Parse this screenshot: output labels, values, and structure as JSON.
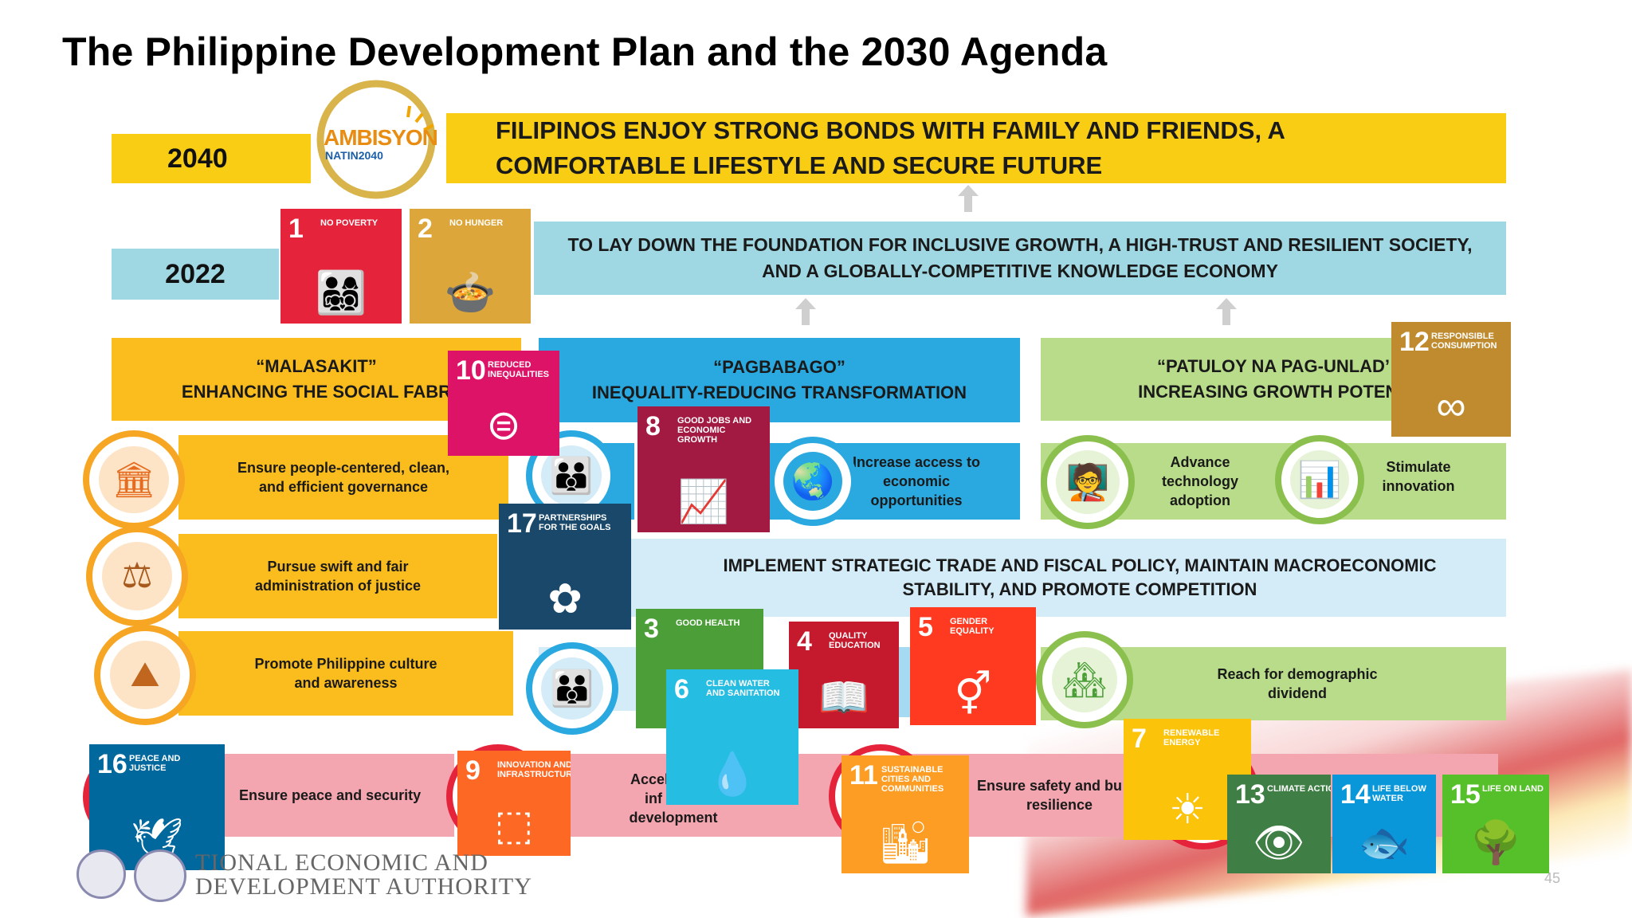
{
  "title": "The Philippine Development Plan and the 2030 Agenda",
  "colors": {
    "yellow": "#f8cd14",
    "orange_yellow": "#fbbd1e",
    "light_teal": "#9fd8e3",
    "blue": "#2aa8e0",
    "light_blue": "#a6d9f2",
    "pale_blue": "#d3ecf8",
    "green": "#b8dc8a",
    "pink": "#f4a6b0"
  },
  "logo": {
    "line1": "AMBISYON",
    "line2": "NATIN2040"
  },
  "vision_2040": {
    "year": "2040",
    "text": "FILIPINOS ENJOY STRONG BONDS WITH FAMILY AND FRIENDS, A COMFORTABLE LIFESTYLE AND SECURE FUTURE"
  },
  "goal_2022": {
    "year": "2022",
    "text": "TO LAY DOWN THE FOUNDATION FOR INCLUSIVE GROWTH, A HIGH-TRUST AND RESILIENT SOCIETY, AND A GLOBALLY-COMPETITIVE KNOWLEDGE ECONOMY"
  },
  "pillars": {
    "malasakit": {
      "line1": "“MALASAKIT”",
      "line2": "ENHANCING THE SOCIAL FABR"
    },
    "pagbabago": {
      "line1": "“PAGBABAGO”",
      "line2": "INEQUALITY-REDUCING TRANSFORMATION"
    },
    "patuloy": {
      "line1": "“PATULOY NA PAG-UNLAD’",
      "line2": "INCREASING GROWTH POTENT"
    }
  },
  "strategies": {
    "governance": "Ensure people-centered, clean, and efficient governance",
    "justice": "Pursue swift and fair administration of justice",
    "culture": "Promote Philippine culture and awareness",
    "economic_access": "Increase access to economic opportunities",
    "technology": "Advance technology adoption",
    "innovation": "Stimulate innovation",
    "trade": "IMPLEMENT STRATEGIC TRADE AND FISCAL POLICY, MAINTAIN MACROECONOMIC STABILITY, AND PROMOTE COMPETITION",
    "demographic": "Reach for demographic dividend",
    "peace": "Ensure peace and security",
    "infra": {
      "line1": "Accele",
      "line2": "inf",
      "line3": "development"
    },
    "safety": {
      "line1": "Ensure safety and bu",
      "line2": "resilience"
    },
    "partial_u": "u",
    "partial_o": "o"
  },
  "sdgs": [
    {
      "num": "1",
      "name": "NO POVERTY",
      "color": "#e5243b",
      "icon": "people-family-icon"
    },
    {
      "num": "2",
      "name": "NO HUNGER",
      "color": "#dda63a",
      "icon": "bowl-icon"
    },
    {
      "num": "10",
      "name": "REDUCED INEQUALITIES",
      "color": "#dd1367",
      "icon": "equals-circle-icon"
    },
    {
      "num": "8",
      "name": "GOOD JOBS AND ECONOMIC GROWTH",
      "color": "#a21942",
      "icon": "growth-chart-icon"
    },
    {
      "num": "12",
      "name": "RESPONSIBLE CONSUMPTION",
      "color": "#bf8b2e",
      "icon": "infinity-icon"
    },
    {
      "num": "17",
      "name": "PARTNERSHIPS FOR THE GOALS",
      "color": "#19486a",
      "icon": "flower-rings-icon"
    },
    {
      "num": "3",
      "name": "GOOD HEALTH",
      "color": "#4c9f38",
      "icon": "heartbeat-icon"
    },
    {
      "num": "4",
      "name": "QUALITY EDUCATION",
      "color": "#c5192d",
      "icon": "book-icon"
    },
    {
      "num": "5",
      "name": "GENDER EQUALITY",
      "color": "#ff3a21",
      "icon": "gender-icon"
    },
    {
      "num": "6",
      "name": "CLEAN WATER AND SANITATION",
      "color": "#26bde2",
      "icon": "water-glass-icon"
    },
    {
      "num": "16",
      "name": "PEACE AND JUSTICE",
      "color": "#00689d",
      "icon": "dove-icon"
    },
    {
      "num": "9",
      "name": "INNOVATION AND INFRASTRUCTURE",
      "color": "#fd6925",
      "icon": "cubes-icon"
    },
    {
      "num": "11",
      "name": "SUSTAINABLE CITIES AND COMMUNITIES",
      "color": "#fd9d24",
      "icon": "buildings-icon"
    },
    {
      "num": "7",
      "name": "RENEWABLE ENERGY",
      "color": "#fcc30b",
      "icon": "sun-icon"
    },
    {
      "num": "13",
      "name": "CLIMATE ACTION",
      "color": "#3f7e44",
      "icon": "eye-globe-icon"
    },
    {
      "num": "14",
      "name": "LIFE BELOW WATER",
      "color": "#0a97d9",
      "icon": "fish-icon"
    },
    {
      "num": "15",
      "name": "LIFE ON LAND",
      "color": "#56c02b",
      "icon": "tree-icon"
    }
  ],
  "footer": {
    "org_line1": "TIONAL ECONOMIC AND",
    "org_line2": "DEVELOPMENT AUTHORITY",
    "page": "45"
  }
}
